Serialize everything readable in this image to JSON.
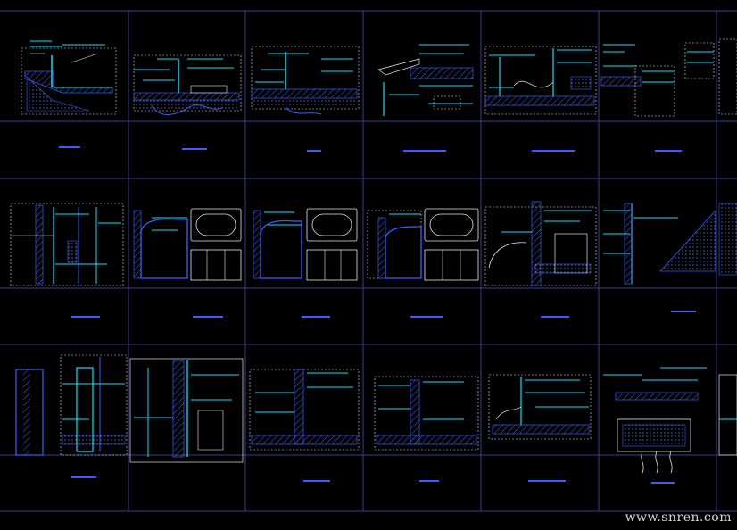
{
  "drawing": {
    "background": "#000000",
    "grid_color": "#3c3c8c",
    "line_colors": {
      "cyan": "#00e5ff",
      "white": "#e6e6e6",
      "blue": "#3a5cff",
      "hatch": "#5a7cff"
    },
    "sheet_type": "cad-detail-sheet",
    "rows": 3,
    "columns": 7,
    "detail_titles_legible": false
  },
  "watermark": "www.snren.com"
}
